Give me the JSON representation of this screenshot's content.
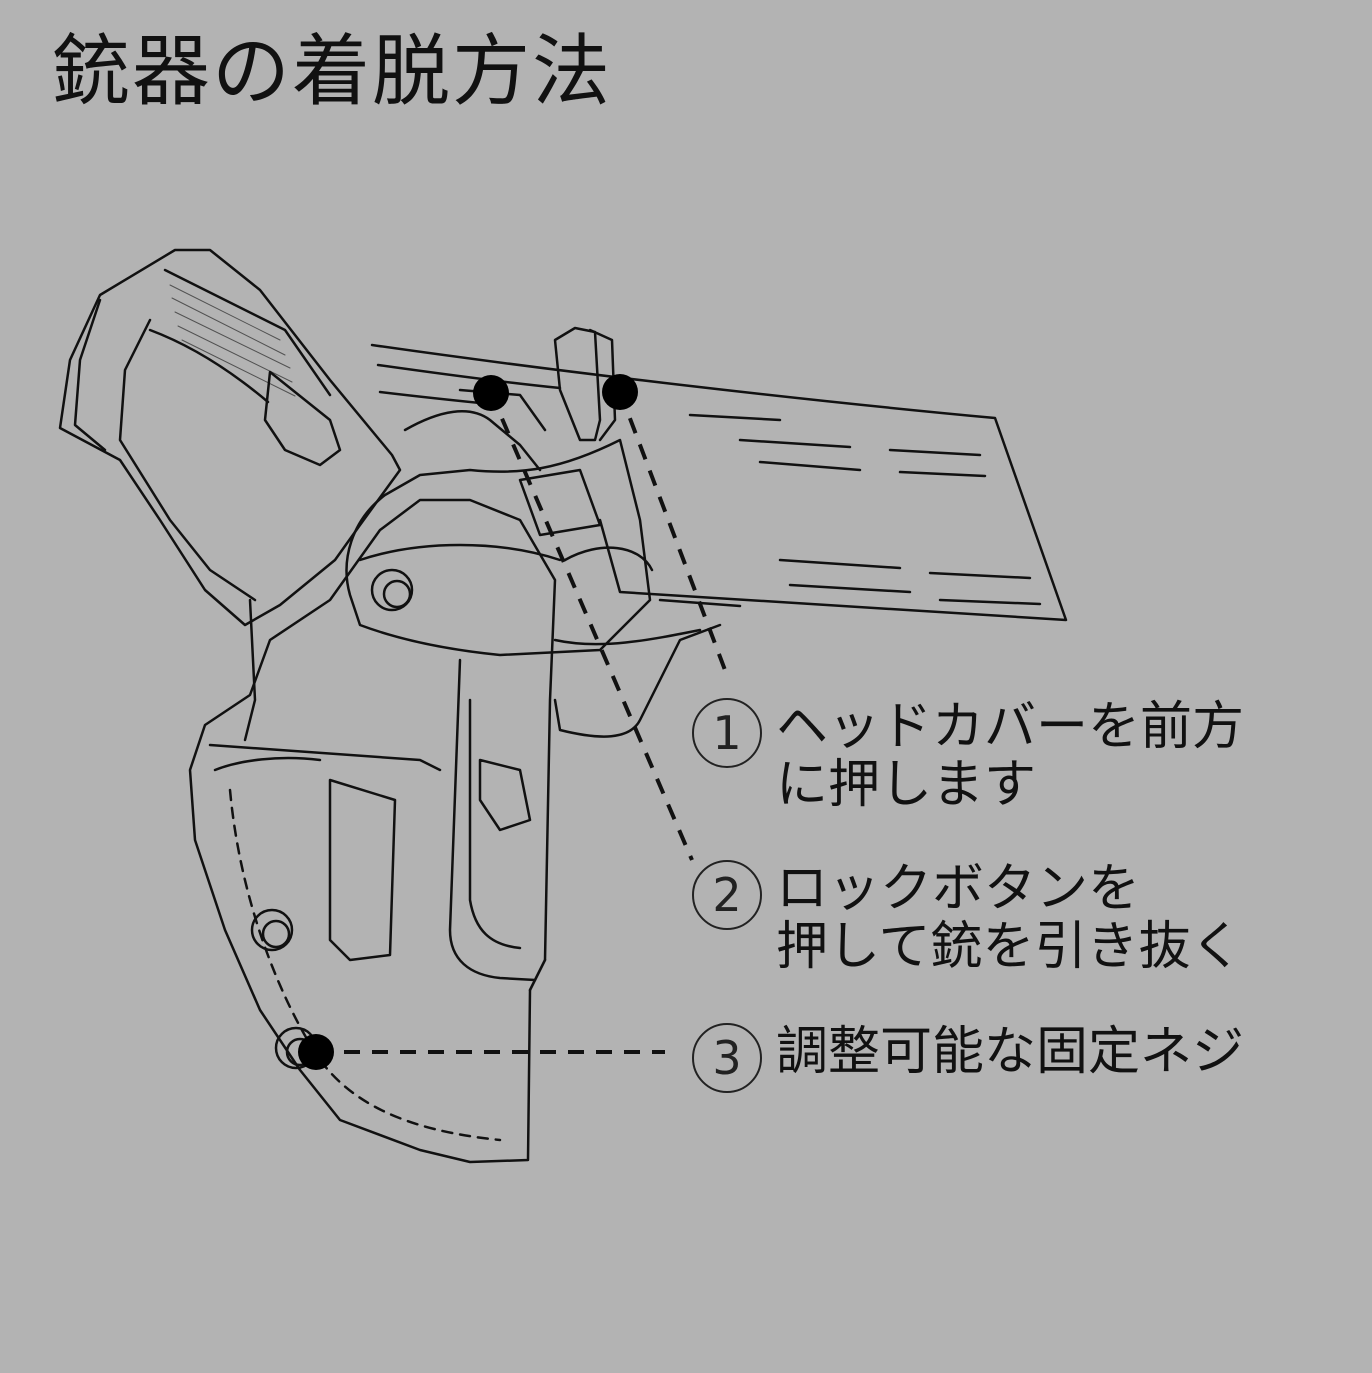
{
  "title": "銃器の着脱方法",
  "steps": [
    {
      "number": "1",
      "text": "ヘッドカバーを前方\nに押します"
    },
    {
      "number": "2",
      "text": "ロックボタンを\n押して銃を引き抜く"
    },
    {
      "number": "3",
      "text": "調整可能な固定ネジ"
    }
  ],
  "colors": {
    "background": "#b3b3b3",
    "line": "#111111",
    "callout_dot": "#000000"
  }
}
